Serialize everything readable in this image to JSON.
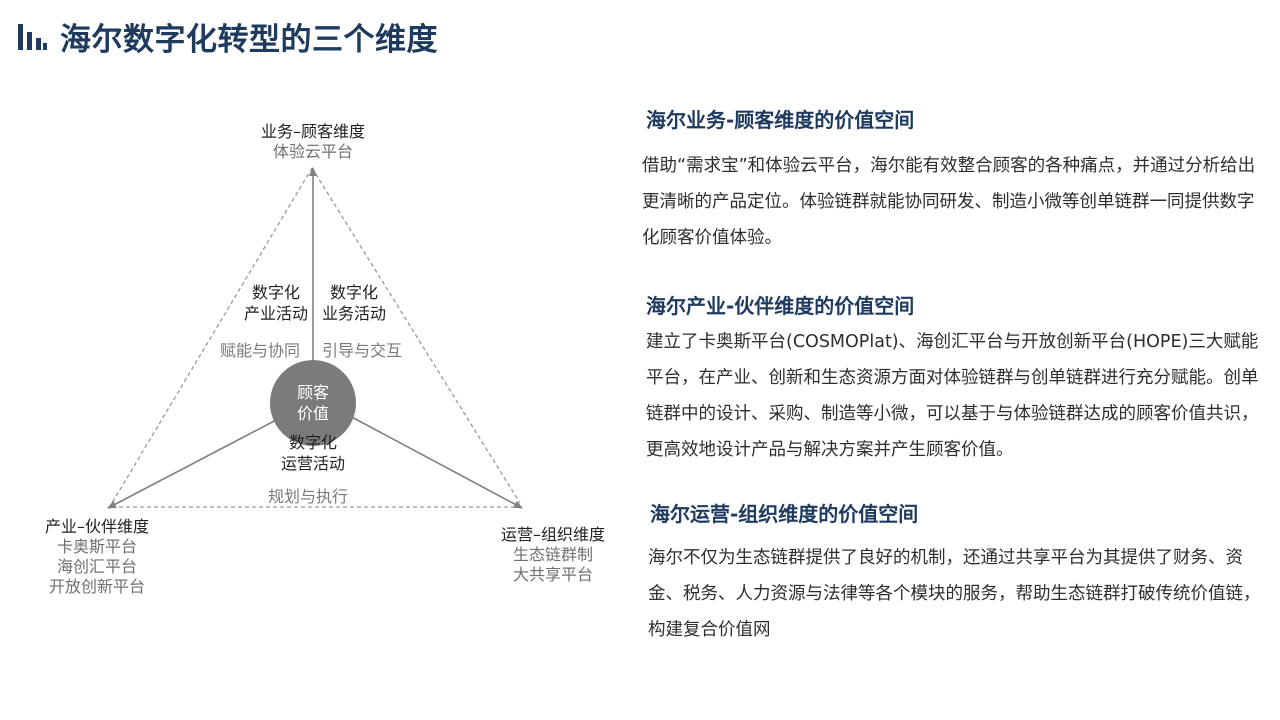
{
  "title": "海尔数字化转型的三个维度",
  "diagram": {
    "top": {
      "head": "业务–顾客维度",
      "subs": [
        "体验云平台"
      ]
    },
    "left": {
      "head": "产业–伙伴维度",
      "subs": [
        "卡奥斯平台",
        "海创汇平台",
        "开放创新平台"
      ]
    },
    "right": {
      "head": "运营–组织维度",
      "subs": [
        "生态链群制",
        "大共享平台"
      ]
    },
    "center": [
      "顾客",
      "价值"
    ],
    "activities": {
      "industry": [
        "数字化",
        "产业活动"
      ],
      "business": [
        "数字化",
        "业务活动"
      ],
      "operation": [
        "数字化",
        "运营活动"
      ]
    },
    "relations": {
      "left_edge": "赋能与协同",
      "right_edge": "引导与交互",
      "bottom_edge": "规划与执行"
    },
    "colors": {
      "center_circle": "#7b7b7b",
      "solid_lines": "#8a8a8a",
      "dashed_lines": "#9a9a9a"
    }
  },
  "sections": [
    {
      "heading": "海尔业务-顾客维度的价值空间",
      "body": "借助“需求宝”和体验云平台，海尔能有效整合顾客的各种痛点，并通过分析给出更清晰的产品定位。体验链群就能协同研发、制造小微等创单链群一同提供数字化顾客价值体验。"
    },
    {
      "heading": "海尔产业-伙伴维度的价值空间",
      "body": "建立了卡奥斯平台(COSMOPlat)、海创汇平台与开放创新平台(HOPE)三大赋能平台，在产业、创新和生态资源方面对体验链群与创单链群进行充分赋能。创单链群中的设计、采购、制造等小微，可以基于与体验链群达成的顾客价值共识，更高效地设计产品与解决方案并产生顾客价值。"
    },
    {
      "heading": "海尔运营-组织维度的价值空间",
      "body": "海尔不仅为生态链群提供了良好的机制，还通过共享平台为其提供了财务、资金、税务、人力资源与法律等各个模块的服务，帮助生态链群打破传统价值链，构建复合价值网"
    }
  ],
  "accent_color": "#1f3a5f"
}
